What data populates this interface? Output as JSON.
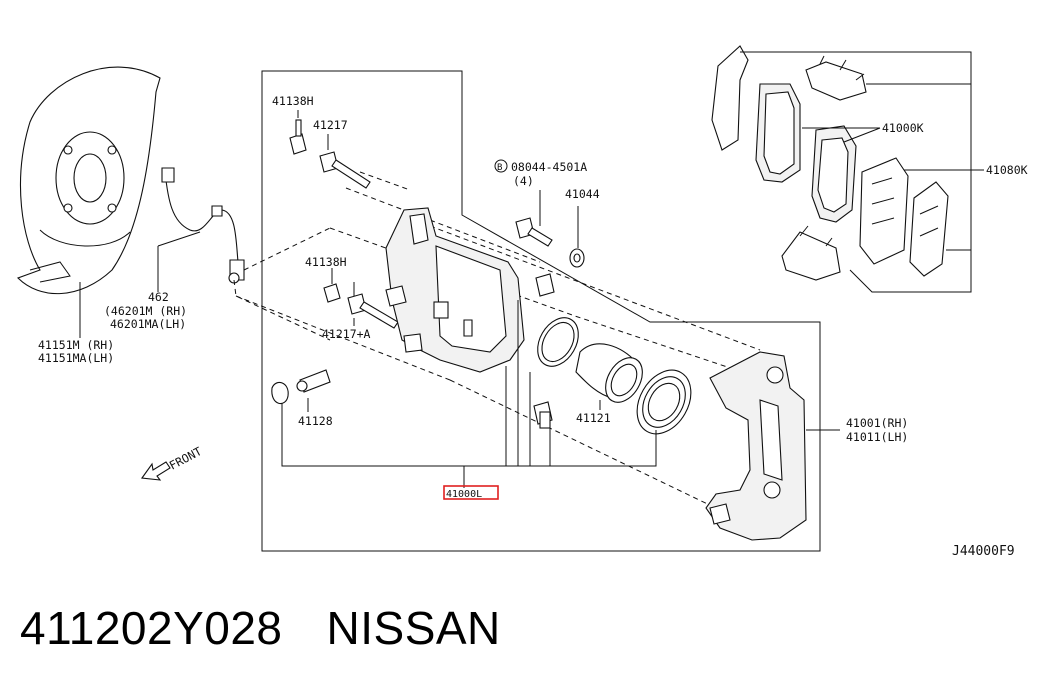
{
  "labels": {
    "p41138h_top": "41138H",
    "p41217": "41217",
    "p41138h_mid": "41138H",
    "p41217a": "41217+A",
    "p41128": "41128",
    "p41121": "41121",
    "p41044": "41044",
    "p08044_code": "08044-4501A",
    "p08044_qty": "(4)",
    "p08044_mark": "B",
    "p462": "462",
    "p46201m": "(46201M (RH)",
    "p46201ma": "46201MA(LH)",
    "p41151m": "41151M  (RH)",
    "p41151ma": "41151MA(LH)",
    "p41000k": "41000K",
    "p41080k": "41080K",
    "p41001": "41001(RH)",
    "p41011": "41011(LH)",
    "p41000l": "41000L",
    "front": "FRONT",
    "diagram_code": "J44000F9"
  },
  "caption": {
    "part_number": "411202Y028",
    "brand": "NISSAN"
  },
  "colors": {
    "highlight": "#e02020",
    "ink": "#111111"
  }
}
